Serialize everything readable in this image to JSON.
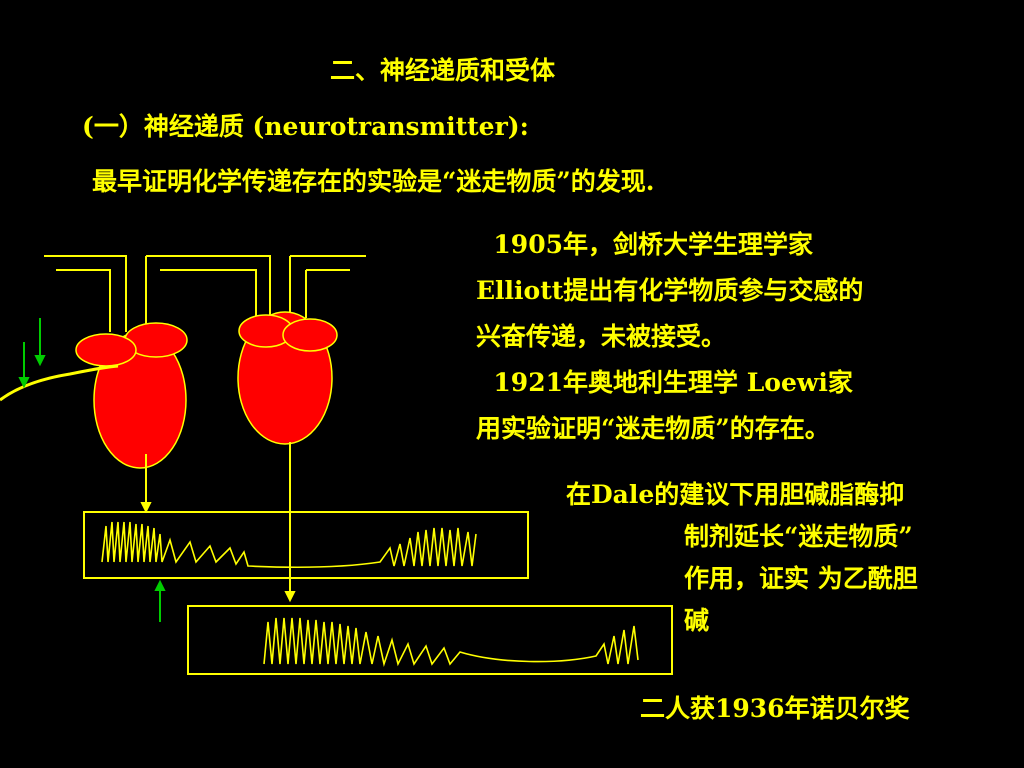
{
  "title": "二、神经递质和受体",
  "subtitle": "(一）神经递质 (neurotransmitter):",
  "intro": "最早证明化学传递存在的实验是“迷走物质”的发现.",
  "history": {
    "p1": [
      "  1905年，剑桥大学生理学家",
      "Elliott提出有化学物质参与交感的",
      "兴奋传递，未被接受。"
    ],
    "p2": [
      "  1921年奥地利生理学 Loewi家",
      "用实验证明“迷走物质”的存在。"
    ]
  },
  "dale": {
    "line1": "在Dale的建议下用胆碱脂酶抑",
    "line2": "制剂延长“迷走物质”",
    "line3": "作用，证实 为乙酰胆",
    "line4": "碱"
  },
  "award": "二人获1936年诺贝尔奖",
  "colors": {
    "background": "#000000",
    "text": "#ffff00",
    "heart": "#ff0000",
    "arrow_green": "#00cc00"
  }
}
